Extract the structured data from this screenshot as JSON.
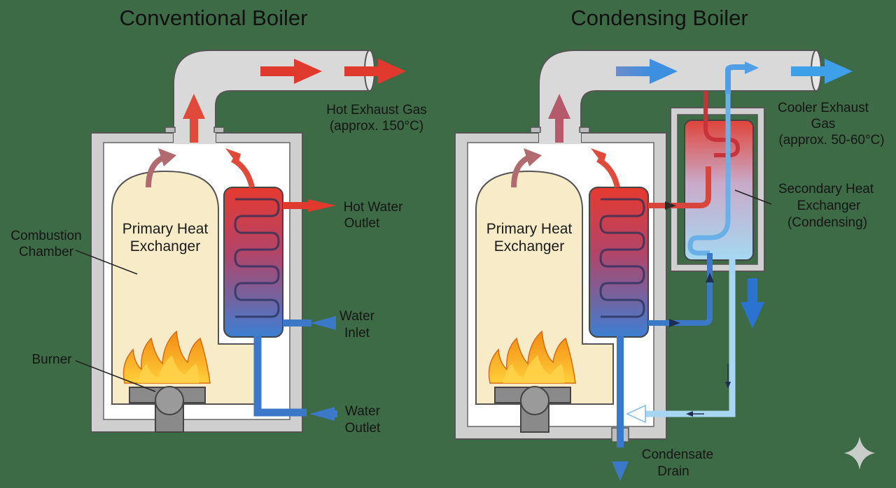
{
  "conventional": {
    "title": "Conventional Boiler",
    "primary_heat_exchanger": [
      "Primary Heat",
      "Exchanger"
    ],
    "combustion_chamber": [
      "Combustion",
      "Chamber"
    ],
    "burner": "Burner",
    "hot_exhaust": [
      "Hot Exhaust Gas",
      "(approx. 150°C)"
    ],
    "hot_water_outlet": [
      "Hot Water",
      "Outlet"
    ],
    "water_inlet": [
      "Water",
      "Inlet"
    ],
    "water_outlet": [
      "Water",
      "Outlet"
    ]
  },
  "condensing": {
    "title": "Condensing Boiler",
    "primary_heat_exchanger": [
      "Primary Heat",
      "Exchanger"
    ],
    "cooler_exhaust": [
      "Cooler Exhaust",
      "Gas",
      "(approx. 50-60°C)"
    ],
    "secondary_heat_exchanger": [
      "Secondary Heat",
      "Exchanger",
      "(Condensing)"
    ],
    "condensate_drain": [
      "Condensate",
      "Drain"
    ]
  },
  "colors": {
    "background": "#3d6b45",
    "hot": "#e03a2e",
    "cold": "#3a7fd0",
    "light_cold": "#8ec8ea",
    "chamber_fill": "#f8ecc8",
    "casing": "#d2d2d2",
    "flue": "#d9d9d9",
    "flame_outer": "#f5a020",
    "flame_inner": "#ffd24a"
  },
  "icons": {
    "corner": "sparkle-icon"
  }
}
